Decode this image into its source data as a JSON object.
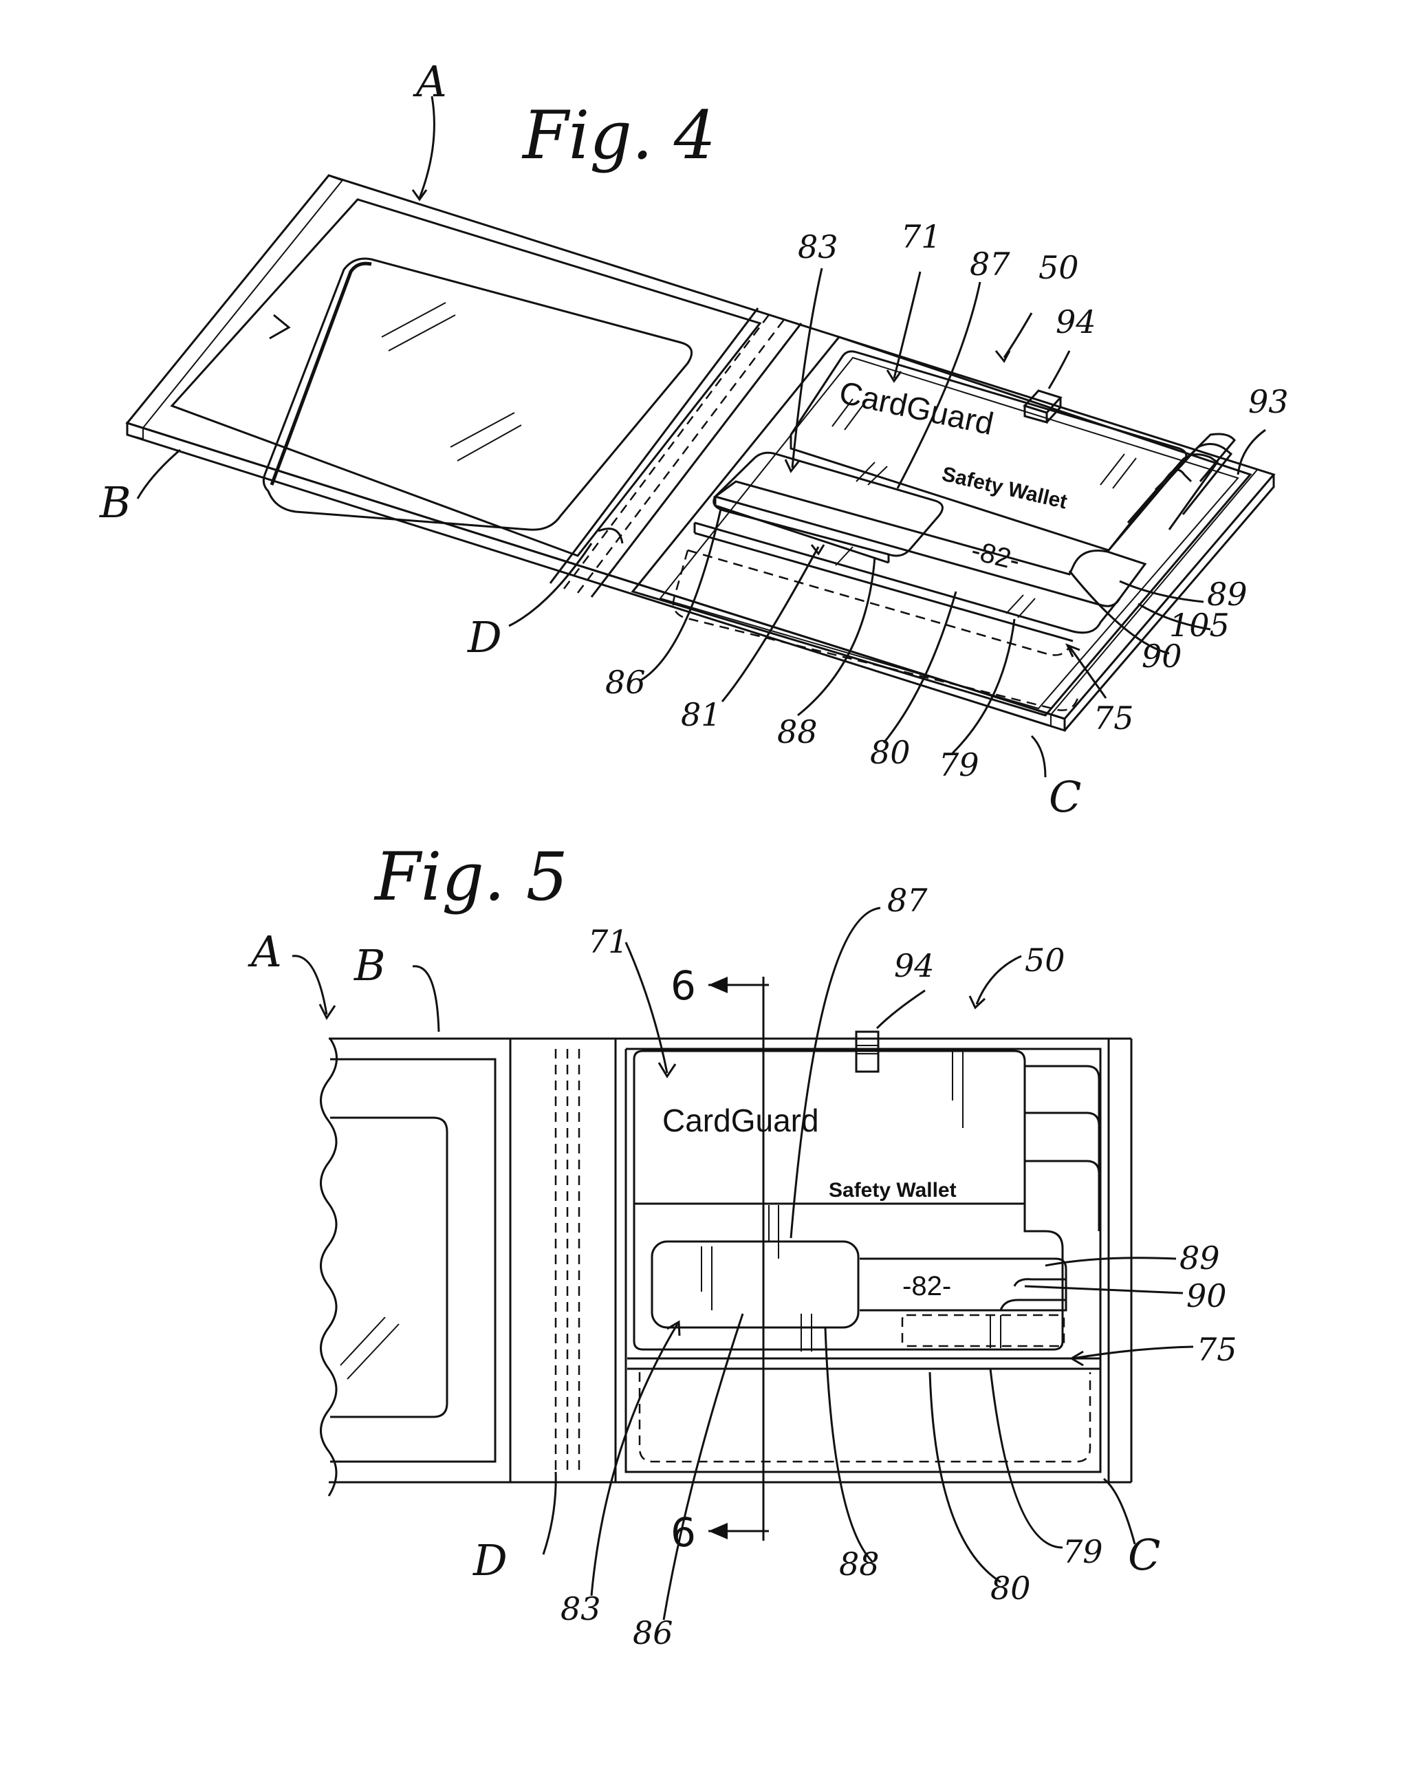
{
  "fig4": {
    "title": "Fig. 4",
    "brand_text": "CardGuard",
    "brand_sub": "Safety Wallet",
    "panel_label": "-82-",
    "refs": {
      "A": "A",
      "B": "B",
      "C": "C",
      "D": "D",
      "r50": "50",
      "r71": "71",
      "r75": "75",
      "r79": "79",
      "r80": "80",
      "r81": "81",
      "r83": "83",
      "r86": "86",
      "r87": "87",
      "r88": "88",
      "r89": "89",
      "r90": "90",
      "r93": "93",
      "r94": "94",
      "r105": "105"
    }
  },
  "fig5": {
    "title": "Fig. 5",
    "brand_text": "CardGuard",
    "brand_sub": "Safety Wallet",
    "panel_label": "-82-",
    "section_top": "6",
    "section_bottom": "6",
    "refs": {
      "A": "A",
      "B": "B",
      "C": "C",
      "D": "D",
      "r50": "50",
      "r71": "71",
      "r75": "75",
      "r79": "79",
      "r80": "80",
      "r83": "83",
      "r86": "86",
      "r87": "87",
      "r88": "88",
      "r89": "89",
      "r90": "90",
      "r94": "94"
    }
  }
}
